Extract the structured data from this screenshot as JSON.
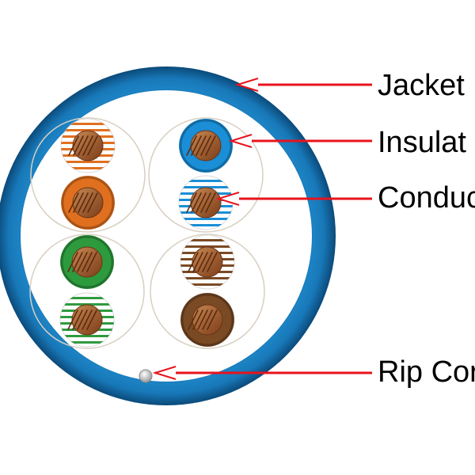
{
  "labels": {
    "jacket": "Jacket",
    "insulation": "Insulat",
    "conductor": "Conduc",
    "rip_cord": "Rip Cor"
  },
  "colors": {
    "jacket": "#1374b2",
    "arrow": "#e8131c",
    "conductor_copper": "#a5592b",
    "orange": "#e0701f",
    "blue": "#1a8ed6",
    "green": "#2e9a3e",
    "brown": "#7a4a25"
  },
  "pairs": [
    {
      "pair": "orange",
      "wires": [
        "orange-white-stripe",
        "solid-orange"
      ]
    },
    {
      "pair": "blue",
      "wires": [
        "solid-blue",
        "blue-white-stripe"
      ]
    },
    {
      "pair": "green",
      "wires": [
        "solid-green",
        "green-white-stripe"
      ]
    },
    {
      "pair": "brown",
      "wires": [
        "brown-white-stripe",
        "solid-brown"
      ]
    }
  ]
}
